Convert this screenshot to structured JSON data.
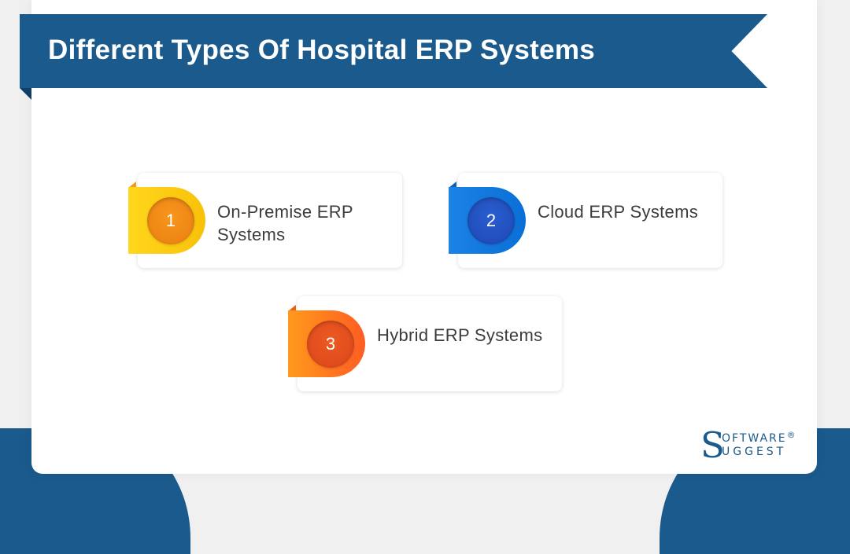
{
  "title": "Different Types Of Hospital ERP Systems",
  "colors": {
    "brand_blue": "#1a5a8c",
    "item1_tab": "#ffd71c",
    "item1_circle": "#f7961c",
    "item2_tab": "#1c82e6",
    "item2_circle": "#2a5ed0",
    "item3_tab": "#ff7a20",
    "item3_circle": "#ee5a22",
    "label_text": "#3c3c3c"
  },
  "items": [
    {
      "number": "1",
      "label": "On-Premise ERP Systems"
    },
    {
      "number": "2",
      "label": "Cloud ERP Systems"
    },
    {
      "number": "3",
      "label": "Hybrid ERP Systems"
    }
  ],
  "logo": {
    "initial": "S",
    "line1": "oftware",
    "line2": "uggest",
    "registered": "®"
  }
}
